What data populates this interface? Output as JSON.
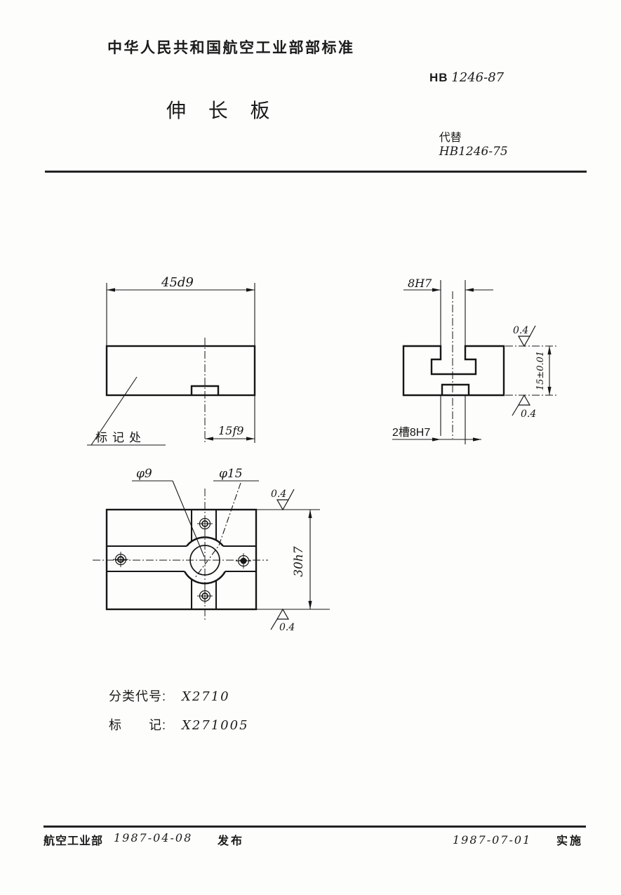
{
  "header": {
    "org": "中华人民共和国航空工业部部标准",
    "standard_prefix": "HB",
    "standard_no": "1246-87",
    "title": "伸 长 板",
    "replaces_label": "代替",
    "replaces_no": "HB1246-75"
  },
  "front_view": {
    "dim_length": "45d9",
    "dim_slot_offset": "15f9",
    "marking_label": "标记处"
  },
  "section_view": {
    "dim_slot": "8H7",
    "roughness_top": "0.4",
    "dim_height": "15±0.01",
    "roughness_bottom": "0.4",
    "slots_label": "2槽8H7"
  },
  "plan_view": {
    "hole_small": "φ9",
    "hole_large": "φ15",
    "roughness_top": "0.4",
    "dim_width": "30h7",
    "roughness_bottom": "0.4"
  },
  "classification": {
    "class_label": "分类代号:",
    "class_value": "X2710",
    "mark_label": "标　　记:",
    "mark_value": "X271005"
  },
  "footer": {
    "issuer": "航空工业部",
    "issue_date": "1987-04-08",
    "issue_action": "发布",
    "impl_date": "1987-07-01",
    "impl_action": "实施"
  }
}
